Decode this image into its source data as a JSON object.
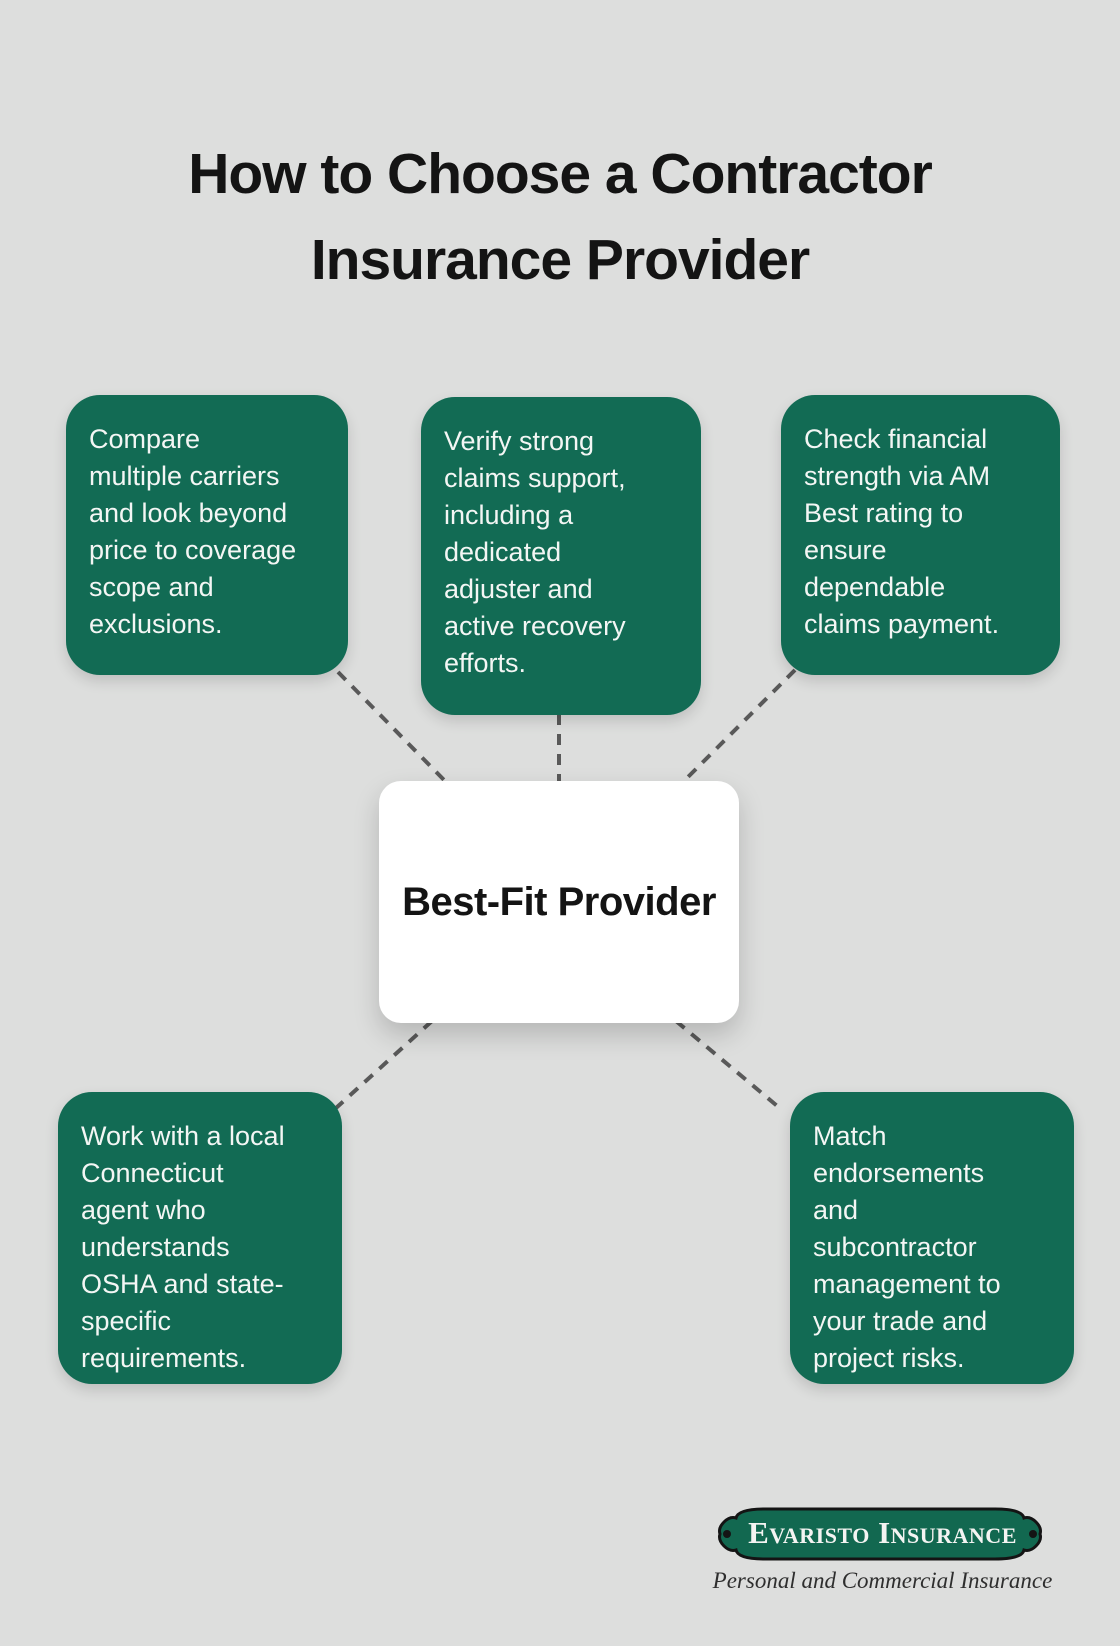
{
  "colors": {
    "background": "#dddedd",
    "card_green": "#126b54",
    "card_text": "#f3f6f4",
    "connector_gray": "#595959",
    "title_text": "#141414",
    "center_node_bg": "#ffffff",
    "banner_green": "#126850",
    "banner_border": "#141414"
  },
  "title": "How to Choose a Contractor Insurance Provider",
  "center_node": {
    "label": "Best-Fit Provider"
  },
  "tips": [
    {
      "id": "compare-carriers",
      "text": "Compare\nmultiple carriers\nand look beyond\nprice to coverage\nscope and\nexclusions."
    },
    {
      "id": "claims-support",
      "text": "Verify strong\nclaims support,\nincluding a\ndedicated\nadjuster and\nactive recovery\nefforts."
    },
    {
      "id": "financial-strength",
      "text": "Check financial\nstrength via AM\nBest rating to\nensure\ndependable\nclaims payment."
    },
    {
      "id": "local-agent",
      "text": "Work with a local\nConnecticut\nagent who\nunderstands\nOSHA and state-\nspecific\nrequirements."
    },
    {
      "id": "endorsements",
      "text": "Match\nendorsements\nand\nsubcontractor\nmanagement to\nyour trade and\nproject risks."
    }
  ],
  "brand": {
    "name": "Evaristo Insurance",
    "tagline": "Personal and Commercial Insurance"
  }
}
